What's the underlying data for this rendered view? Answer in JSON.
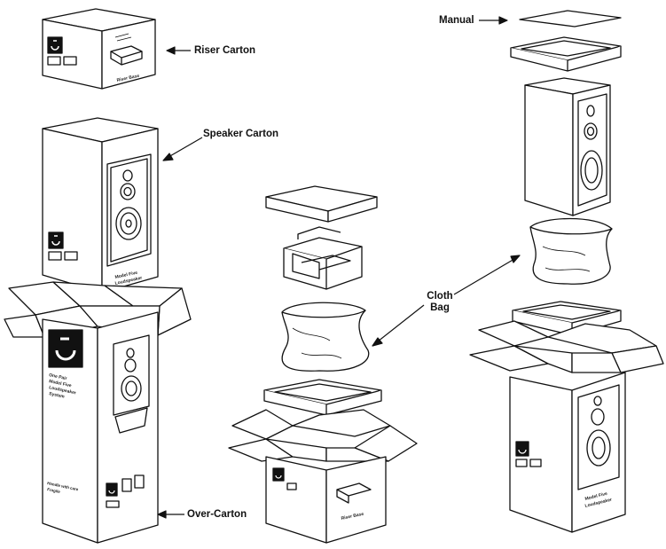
{
  "labels": {
    "manual": "Manual",
    "riser_carton": "Riser Carton",
    "speaker_carton": "Speaker Carton",
    "cloth_bag_line1": "Cloth",
    "cloth_bag_line2": "Bag",
    "over_carton": "Over-Carton"
  },
  "box_printing": {
    "riser_side": "Riser Base",
    "speaker_side_line1": "Model Five",
    "speaker_side_line2": "Loudspeaker",
    "over_side_line1": "One Pair",
    "over_side_line2": "Model Five",
    "over_side_line3": "Loudspeaker",
    "over_side_line4": "System",
    "over_bottom_line1": "Handle with care",
    "over_bottom_line2": "Fragile"
  },
  "colors": {
    "line": "#111111",
    "label": "#111111",
    "fill": "#ffffff",
    "logo": "#111111"
  }
}
